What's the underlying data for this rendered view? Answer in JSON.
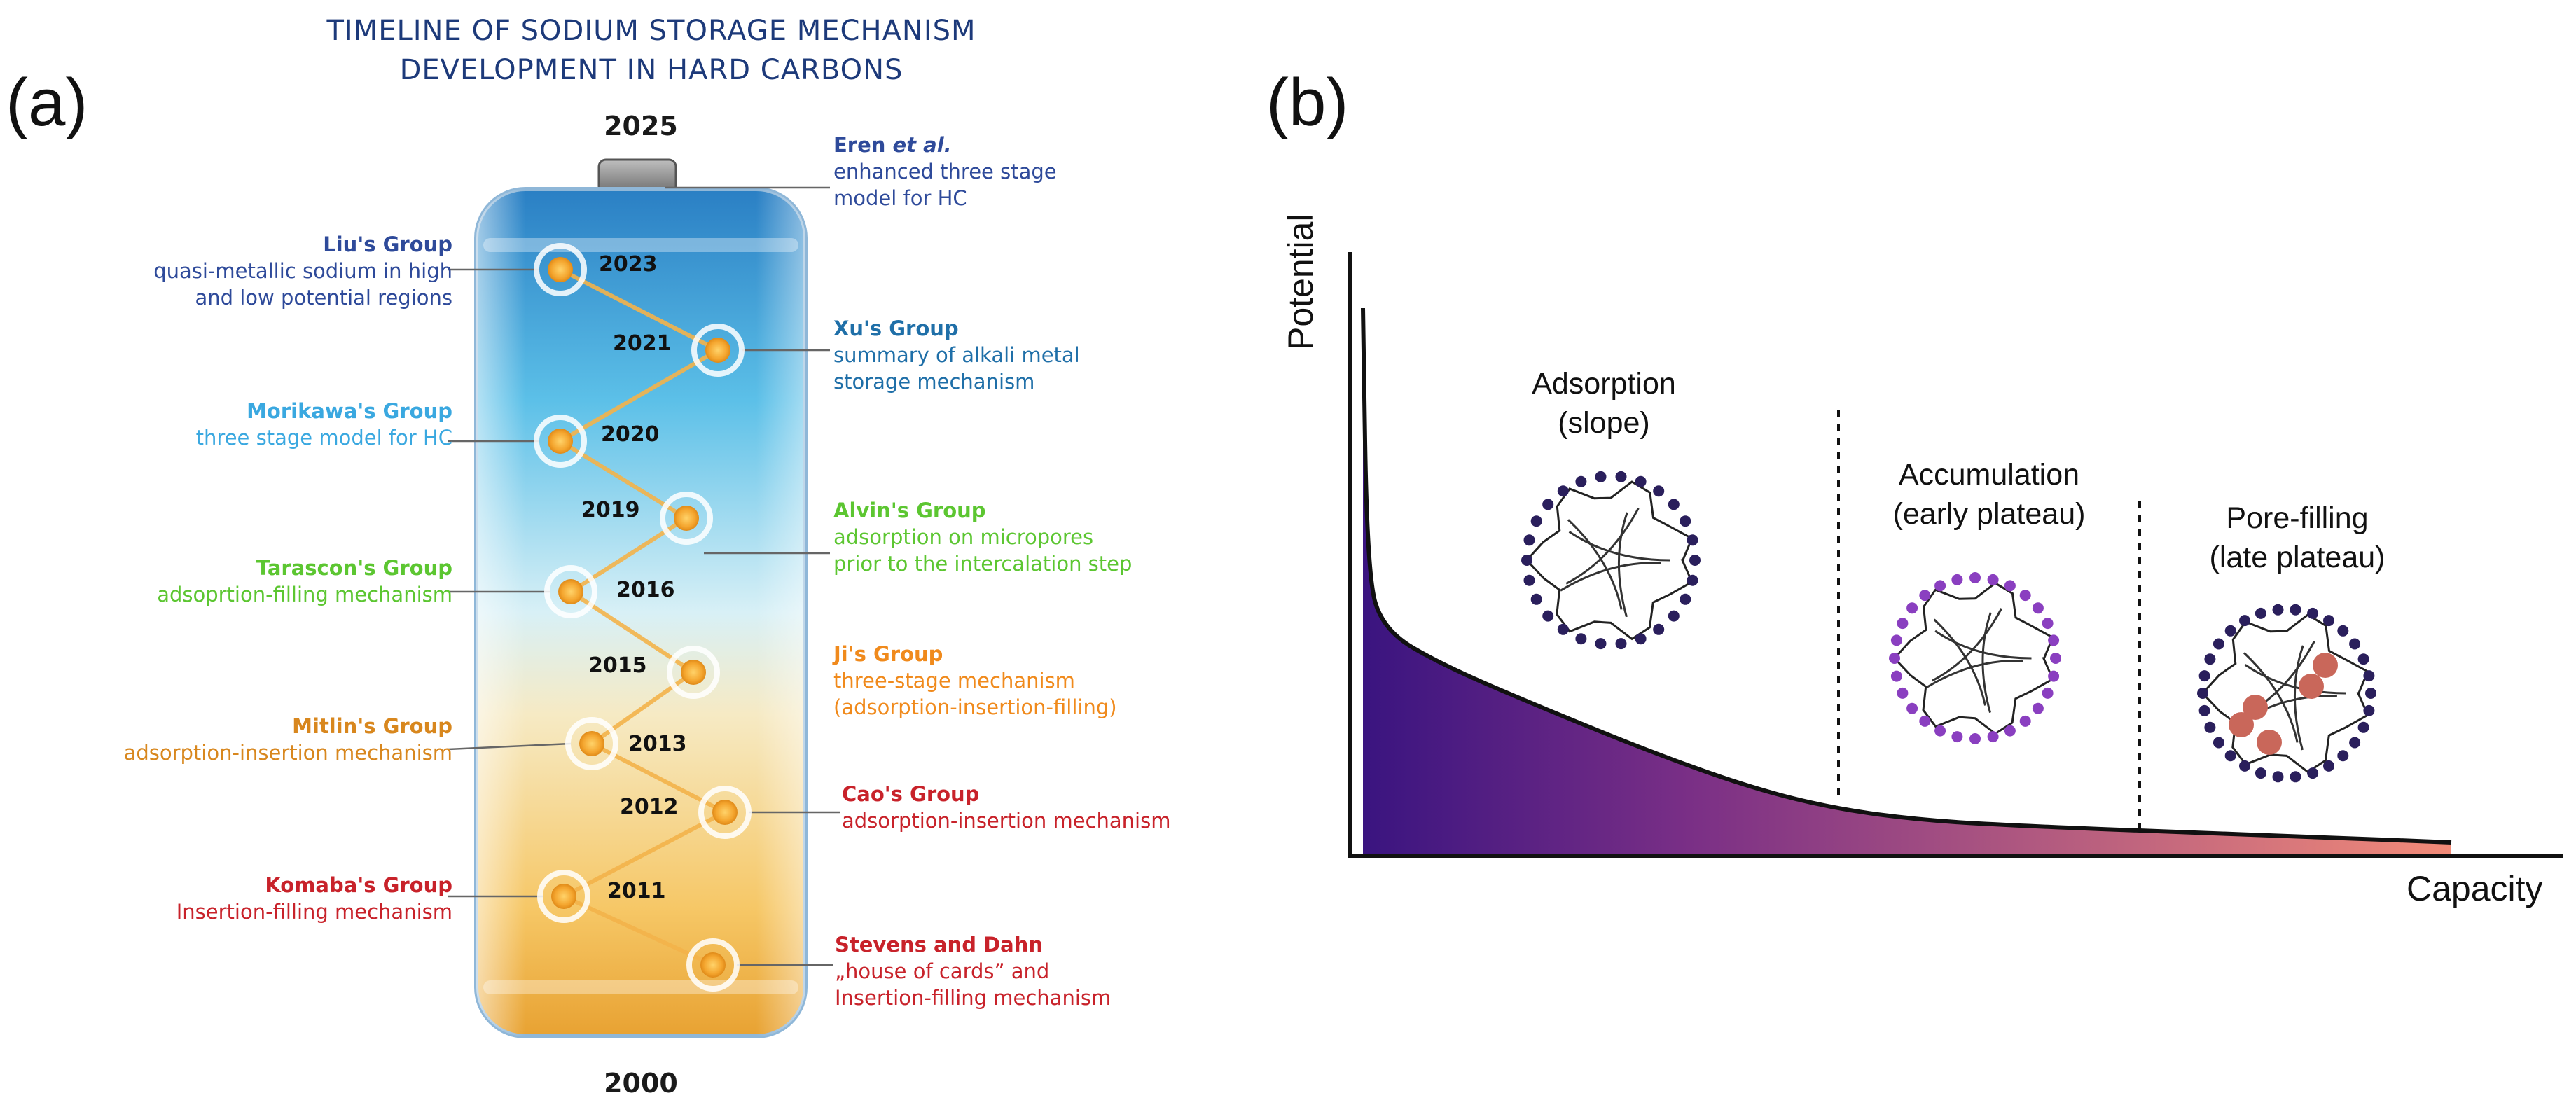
{
  "panel_a": {
    "label": "(a)",
    "title_line1": "TIMELINE OF SODIUM STORAGE MECHANISM",
    "title_line2": "DEVELOPMENT IN HARD CARBONS",
    "top_year": "2025",
    "bottom_year": "2000",
    "timeline_years": [
      {
        "year": "2023"
      },
      {
        "year": "2021"
      },
      {
        "year": "2020"
      },
      {
        "year": "2019"
      },
      {
        "year": "2016"
      },
      {
        "year": "2015"
      },
      {
        "year": "2013"
      },
      {
        "year": "2012"
      },
      {
        "year": "2011"
      }
    ],
    "left_annotations": [
      {
        "group": "Liu's Group",
        "desc1": "quasi-metallic sodium in high",
        "desc2": "and low potential regions",
        "color": "#2e4a9a"
      },
      {
        "group": "Morikawa's Group",
        "desc1": "three stage model for HC",
        "desc2": "",
        "color": "#3aa8e0"
      },
      {
        "group": "Tarascon's Group",
        "desc1": "adsoprtion-filling mechanism",
        "desc2": "",
        "color": "#5cc631"
      },
      {
        "group": "Mitlin's Group",
        "desc1": "adsorption-insertion mechanism",
        "desc2": "",
        "color": "#d8871e"
      },
      {
        "group": "Komaba's Group",
        "desc1": "Insertion-filling mechanism",
        "desc2": "",
        "color": "#c8222a"
      }
    ],
    "right_annotations": [
      {
        "group_prefix": "Eren ",
        "group_italic": "et al.",
        "desc1": "enhanced three stage",
        "desc2": "model for HC",
        "desc3": "",
        "color": "#2e4a9a"
      },
      {
        "group_prefix": "Xu's Group",
        "group_italic": "",
        "desc1": "summary of alkali metal",
        "desc2": "storage mechanism",
        "desc3": "",
        "color": "#1f6fa8"
      },
      {
        "group_prefix": "Alvin's Group",
        "group_italic": "",
        "desc1": "adsorption on micropores",
        "desc2": "prior to the intercalation step",
        "desc3": "",
        "color": "#5cc631"
      },
      {
        "group_prefix": "Ji's Group",
        "group_italic": "",
        "desc1": "three-stage mechanism",
        "desc2": "(adsorption-insertion-filling)",
        "desc3": "",
        "color": "#f08a1c"
      },
      {
        "group_prefix": "Cao's Group",
        "group_italic": "",
        "desc1": "adsorption-insertion mechanism",
        "desc2": "",
        "desc3": "",
        "color": "#c8222a"
      },
      {
        "group_prefix": "Stevens and Dahn",
        "group_italic": "",
        "desc1": "„house of cards” and",
        "desc2": "Insertion-filling mechanism",
        "desc3": "",
        "color": "#c8222a"
      }
    ]
  },
  "panel_b": {
    "label": "(b)",
    "ylabel": "Potential",
    "xlabel": "Capacity",
    "regions": [
      {
        "line1": "Adsorption",
        "line2": "(slope)"
      },
      {
        "line1": "Accumulation",
        "line2": "(early plateau)"
      },
      {
        "line1": "Pore-filling",
        "line2": "(late plateau)"
      }
    ],
    "gradient_start": "#3a1480",
    "gradient_end": "#f28b78"
  }
}
